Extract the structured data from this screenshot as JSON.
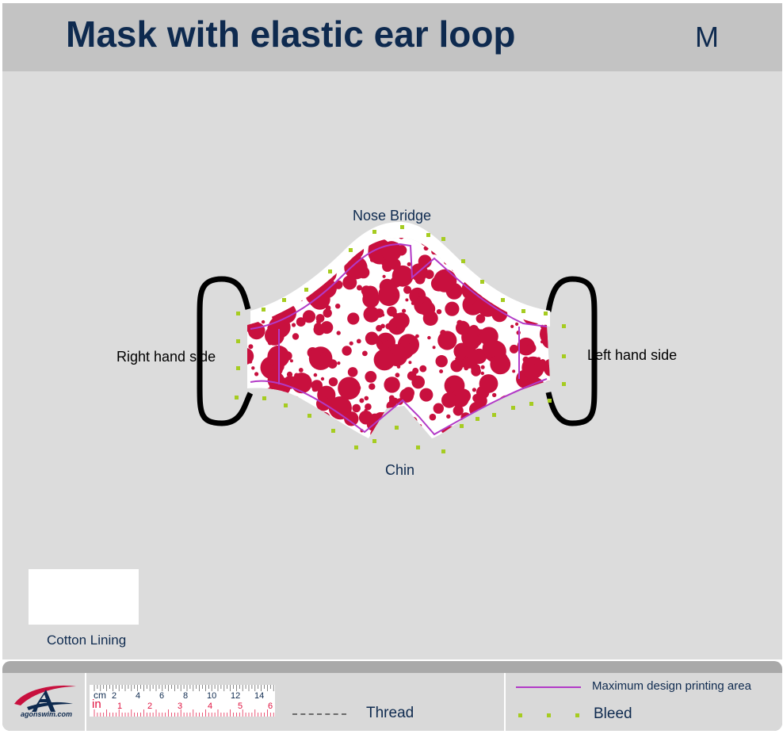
{
  "header": {
    "title": "Mask with elastic ear loop",
    "size": "M"
  },
  "diagram": {
    "labels": {
      "nose_bridge": "Nose Bridge",
      "chin": "Chin",
      "right_side": "Right hand side",
      "left_side": "Left hand side"
    },
    "colors": {
      "background": "#dcdcdc",
      "header": "#c3c3c3",
      "fabric": "#c8103e",
      "design_area": "#b23ac7",
      "bleed": "#a6cc21",
      "ear_loop": "#000000",
      "title": "#0e2a4f"
    }
  },
  "lining": {
    "label": "Cotton Lining"
  },
  "footer": {
    "logo_text": "agonswim.com",
    "ruler": {
      "cm_label": "cm",
      "in_label": "in",
      "cm_ticks": [
        "2",
        "4",
        "6",
        "8",
        "10",
        "12",
        "14"
      ],
      "in_ticks": [
        "1",
        "2",
        "3",
        "4",
        "5",
        "6"
      ]
    },
    "thread_label": "Thread",
    "legend": {
      "max_area": "Maximum design printing area",
      "bleed": "Bleed"
    }
  }
}
